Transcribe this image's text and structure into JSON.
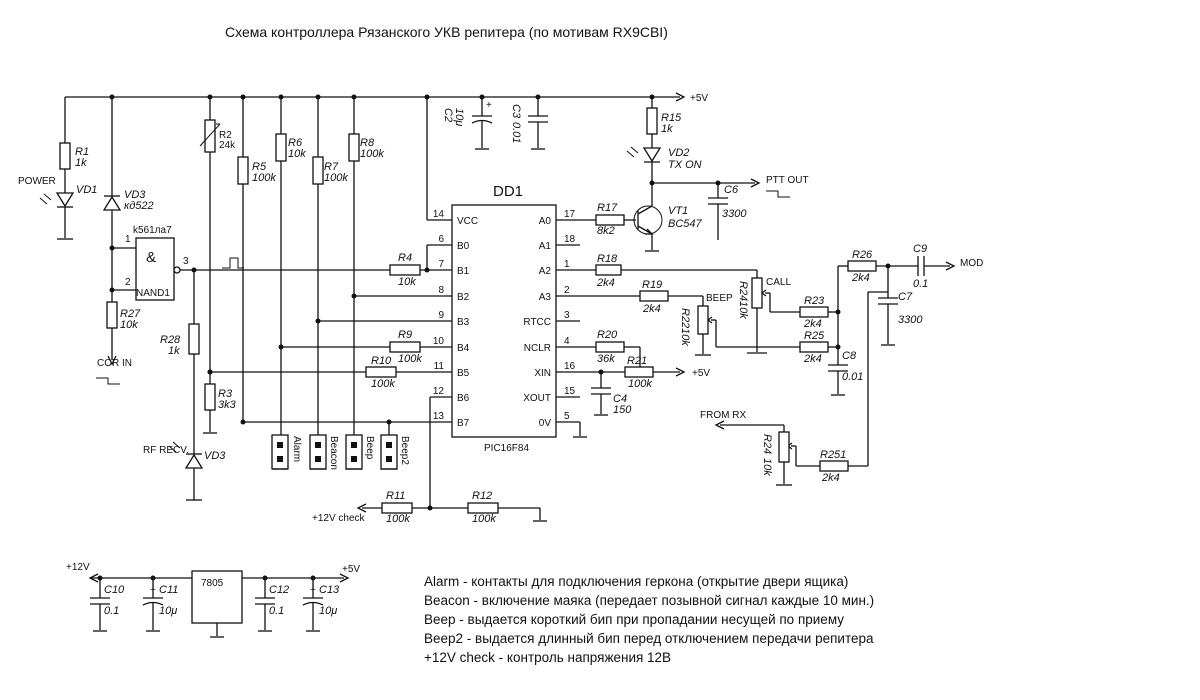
{
  "title": "Схема контроллера Рязанского УКВ репитера (по мотивам RX9CBI)",
  "ic": {
    "name": "DD1",
    "part": "PIC16F84"
  },
  "gate": {
    "type": "k561ла7",
    "name": "NAND1",
    "symbol": "&"
  },
  "regulator": "7805",
  "nets": {
    "vplus": "+5V",
    "vplus2": "+5V",
    "v12": "+12V",
    "v5": "+5V",
    "ptt": "PTT OUT",
    "mod": "MOD",
    "fromrx": "FROM RX",
    "corin": "COR IN",
    "check": "+12V check",
    "power": "POWER",
    "rfrecv": "RF RECV.",
    "call": "CALL",
    "beep": "BEEP",
    "txon": "TX ON"
  },
  "ic_left": [
    {
      "pin": "14",
      "label": "VCC"
    },
    {
      "pin": "6",
      "label": "B0"
    },
    {
      "pin": "7",
      "label": "B1"
    },
    {
      "pin": "8",
      "label": "B2"
    },
    {
      "pin": "9",
      "label": "B3"
    },
    {
      "pin": "10",
      "label": "B4"
    },
    {
      "pin": "11",
      "label": "B5"
    },
    {
      "pin": "12",
      "label": "B6"
    },
    {
      "pin": "13",
      "label": "B7"
    }
  ],
  "ic_right": [
    {
      "pin": "17",
      "label": "A0"
    },
    {
      "pin": "18",
      "label": "A1"
    },
    {
      "pin": "1",
      "label": "A2"
    },
    {
      "pin": "2",
      "label": "A3"
    },
    {
      "pin": "3",
      "label": "RTCC"
    },
    {
      "pin": "4",
      "label": "NCLR"
    },
    {
      "pin": "16",
      "label": "XIN"
    },
    {
      "pin": "15",
      "label": "XOUT"
    },
    {
      "pin": "5",
      "label": "0V"
    }
  ],
  "gate_pins": {
    "in1": "1",
    "in2": "2",
    "out": "3"
  },
  "components": {
    "R1": {
      "ref": "R1",
      "value": "1k"
    },
    "R2": {
      "ref": "R2",
      "value": "24k"
    },
    "R3": {
      "ref": "R3",
      "value": "3k3"
    },
    "R4": {
      "ref": "R4",
      "value": "10k"
    },
    "R5": {
      "ref": "R5",
      "value": "100k"
    },
    "R6": {
      "ref": "R6",
      "value": "10k"
    },
    "R7": {
      "ref": "R7",
      "value": "100k"
    },
    "R8": {
      "ref": "R8",
      "value": "100k"
    },
    "R9": {
      "ref": "R9",
      "value": "100k"
    },
    "R10": {
      "ref": "R10",
      "value": "100k"
    },
    "R11": {
      "ref": "R11",
      "value": "100k"
    },
    "R12": {
      "ref": "R12",
      "value": "100k"
    },
    "R15": {
      "ref": "R15",
      "value": "1k"
    },
    "R17": {
      "ref": "R17",
      "value": "8k2"
    },
    "R18": {
      "ref": "R18",
      "value": "2k4"
    },
    "R19": {
      "ref": "R19",
      "value": "2k4"
    },
    "R20": {
      "ref": "R20",
      "value": "36k"
    },
    "R21": {
      "ref": "R21",
      "value": "100k"
    },
    "R22": {
      "ref": "R22",
      "value": "10k"
    },
    "R23": {
      "ref": "R23",
      "value": "2k4"
    },
    "R24a": {
      "ref": "R24",
      "value": "10k"
    },
    "R24b": {
      "ref": "R24",
      "value": "10k"
    },
    "R25": {
      "ref": "R25",
      "value": "2k4"
    },
    "R26": {
      "ref": "R26",
      "value": "2k4"
    },
    "R251": {
      "ref": "R251",
      "value": "2k4"
    },
    "R27": {
      "ref": "R27",
      "value": "10k"
    },
    "R28": {
      "ref": "R28",
      "value": "1k"
    },
    "C2": {
      "ref": "C2",
      "value": "10μ"
    },
    "C3": {
      "ref": "C3",
      "value": "0.01"
    },
    "C4": {
      "ref": "C4",
      "value": "150"
    },
    "C6": {
      "ref": "C6",
      "value": "3300"
    },
    "C7": {
      "ref": "C7",
      "value": "3300"
    },
    "C8": {
      "ref": "C8",
      "value": "0.01"
    },
    "C9": {
      "ref": "C9",
      "value": "0.1"
    },
    "C10": {
      "ref": "C10",
      "value": "0.1"
    },
    "C11": {
      "ref": "C11",
      "value": "10μ"
    },
    "C12": {
      "ref": "C12",
      "value": "0.1"
    },
    "C13": {
      "ref": "C13",
      "value": "10μ"
    },
    "VD1": {
      "ref": "VD1"
    },
    "VD2": {
      "ref": "VD2"
    },
    "VD3a": {
      "ref": "VD3",
      "value": "кд522"
    },
    "VD3b": {
      "ref": "VD3"
    },
    "VT1": {
      "ref": "VT1",
      "value": "BC547"
    }
  },
  "jumpers": [
    "Alarm",
    "Beacon",
    "Beep",
    "Beep2"
  ],
  "legend": [
    "Alarm - контакты для подключения геркона (открытие двери ящика)",
    "Beacon - включение маяка (передает позывной сигнал каждые 10 мин.)",
    "Beep - выдается короткий бип при пропадании несущей по приему",
    "Beep2 - выдается длинный бип перед отключением передачи репитера",
    "+12V check - контроль напряжения 12В"
  ]
}
